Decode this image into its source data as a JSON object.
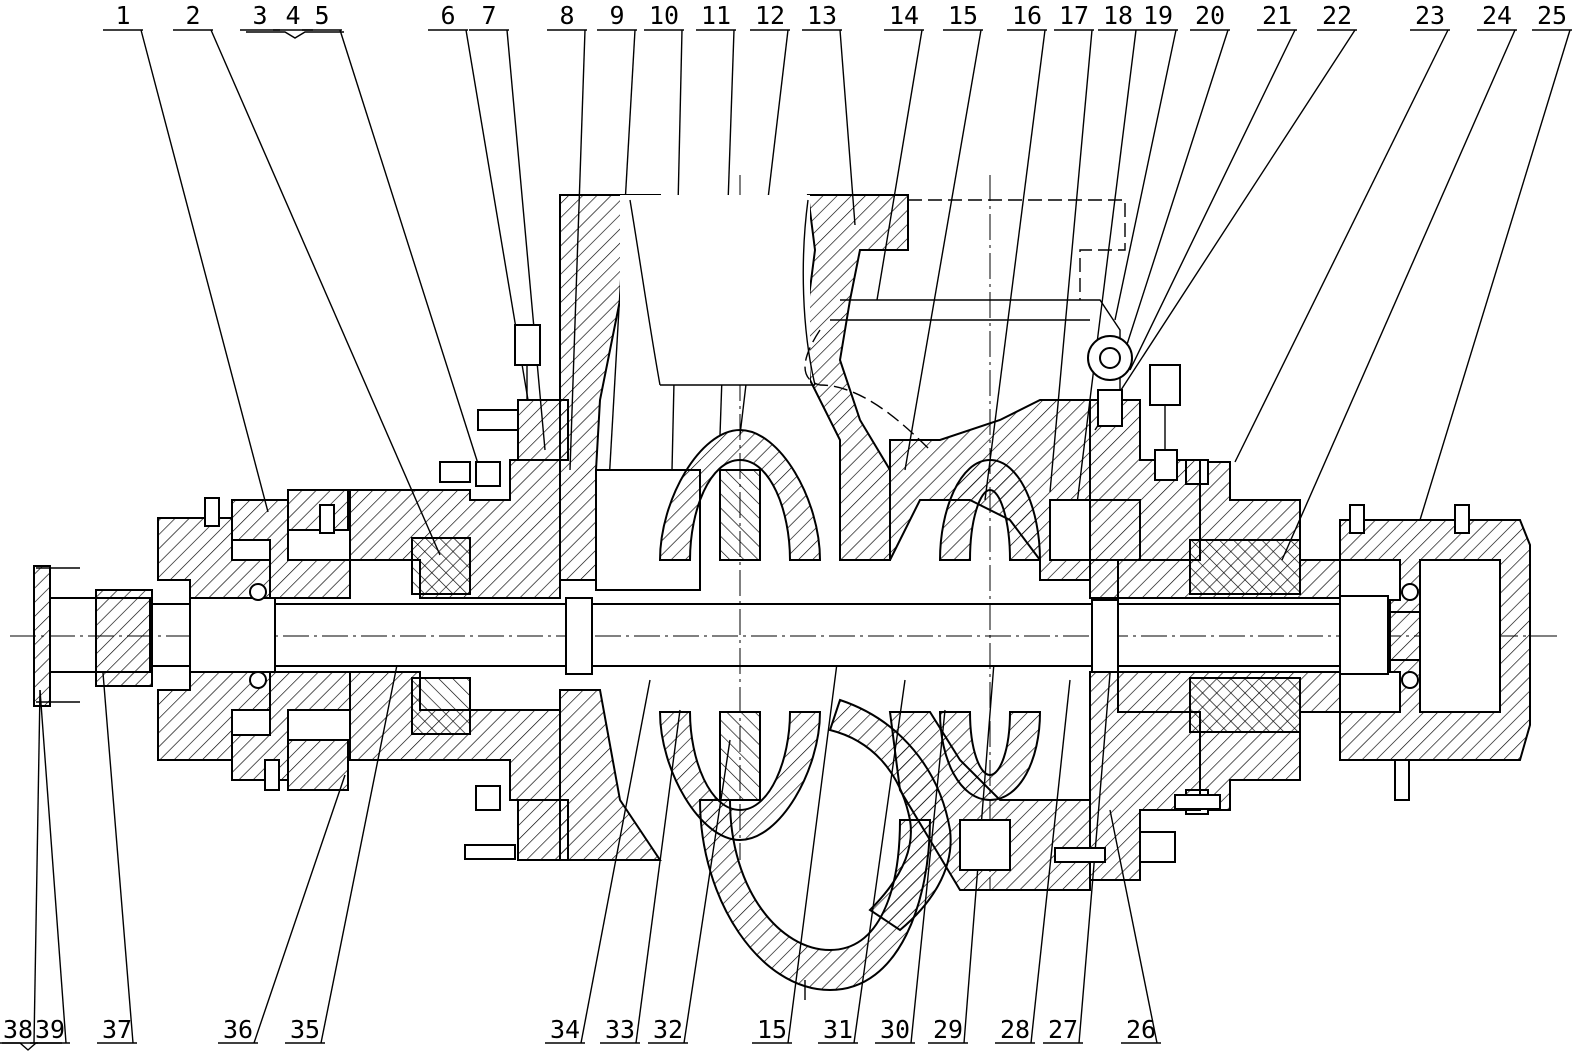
{
  "drawing": {
    "top_labels": [
      "1",
      "2",
      "3",
      "4",
      "5",
      "6",
      "7",
      "8",
      "9",
      "10",
      "11",
      "12",
      "13",
      "14",
      "15",
      "16",
      "17",
      "18",
      "19",
      "20",
      "21",
      "22",
      "23",
      "24",
      "25"
    ],
    "bottom_labels": [
      "38",
      "39",
      "37",
      "36",
      "35",
      "34",
      "33",
      "32",
      "15",
      "31",
      "30",
      "29",
      "28",
      "27",
      "26"
    ],
    "colors": {
      "line": "#000000",
      "background": "#ffffff"
    }
  }
}
